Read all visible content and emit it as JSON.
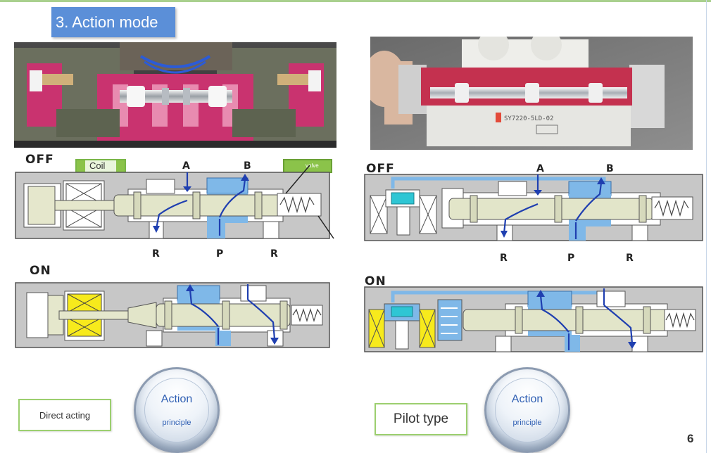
{
  "slide": {
    "title": "3. Action mode",
    "page_number": "6"
  },
  "left": {
    "off_label": "OFF",
    "on_label": "ON",
    "coil_tag": "Coil",
    "valve_tag": "valve",
    "ports_top": [
      "A",
      "B"
    ],
    "ports_bottom": [
      "R",
      "P",
      "R"
    ],
    "caption": "Direct acting",
    "button": {
      "title": "Action",
      "subtitle": "principle"
    }
  },
  "right": {
    "off_label": "OFF",
    "on_label": "ON",
    "ports_top": [
      "A",
      "B"
    ],
    "ports_bottom": [
      "R",
      "P",
      "R"
    ],
    "photo_label": "SY7220-5LD-02",
    "caption": "Pilot type",
    "button": {
      "title": "Action",
      "subtitle": "principle"
    }
  },
  "colors": {
    "title_bg": "#5b8fd8",
    "pneumatic_blue": "#7fb8e8",
    "arrow_blue": "#1f3fb0",
    "coil_yellow": "#f7ea1c",
    "valve_body": "#c9c9c9",
    "spool": "#dfe3c8",
    "accent_green": "#8bc34a"
  }
}
